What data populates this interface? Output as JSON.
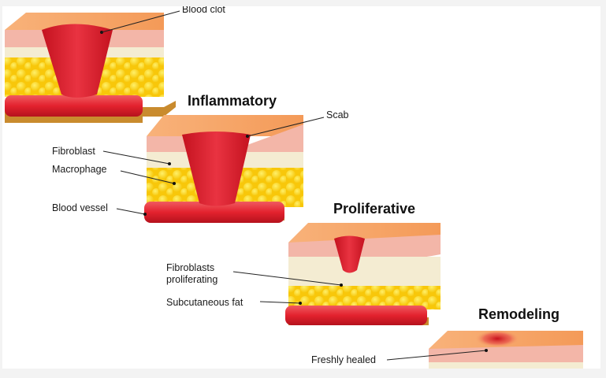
{
  "stages": [
    {
      "title": "Hemostasis",
      "title_visible": false
    },
    {
      "title": "Inflammatory"
    },
    {
      "title": "Proliferative"
    },
    {
      "title": "Remodeling"
    }
  ],
  "labels": {
    "blood_clot": "Blood clot",
    "scab": "Scab",
    "fibroblast": "Fibroblast",
    "macrophage": "Macrophage",
    "blood_vessel": "Blood vessel",
    "fibroblasts_proliferating_1": "Fibroblasts",
    "fibroblasts_proliferating_2": "proliferating",
    "subcutaneous_fat": "Subcutaneous fat",
    "freshly_healed": "Freshly healed"
  },
  "colors": {
    "skin_top": "#f6a66a",
    "epidermis": "#f3b6a8",
    "dermis": "#f4ecd2",
    "fat": "#ffd21f",
    "vessel": "#e0242f",
    "clot": "#d91e2c",
    "base": "#c98b2e"
  }
}
